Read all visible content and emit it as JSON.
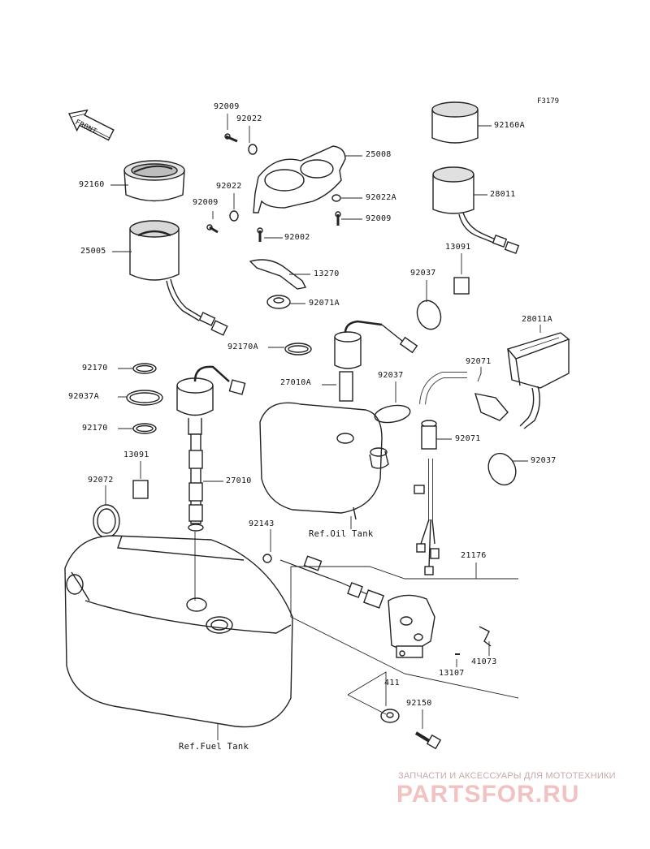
{
  "figure_id": "F3179",
  "front_label": "FRONT",
  "watermark": {
    "tagline": "ЗАПЧАСТИ И АКСЕССУАРЫ ДЛЯ МОТОТЕХНИКИ",
    "logo": "PARTSFOR.RU"
  },
  "refs": {
    "oil_tank": "Ref.Oil Tank",
    "fuel_tank": "Ref.Fuel Tank"
  },
  "parts": {
    "p92009_top": "92009",
    "p92022_top": "92022",
    "p25008": "25008",
    "p92160": "92160",
    "p92022": "92022",
    "p92009_mid": "92009",
    "p92022A": "92022A",
    "p92009_right": "92009",
    "p92002": "92002",
    "p25005": "25005",
    "p13270": "13270",
    "p92071A": "92071A",
    "p92160A": "92160A",
    "p28011": "28011",
    "p13091_top": "13091",
    "p92037_top": "92037",
    "p28011A": "28011A",
    "p92170A": "92170A",
    "p92170_top": "92170",
    "p92037A": "92037A",
    "p92170_bot": "92170",
    "p27010A": "27010A",
    "p92037_mid": "92037",
    "p92071_top": "92071",
    "p92071_mid": "92071",
    "p92037_right": "92037",
    "p13091_bot": "13091",
    "p92072": "92072",
    "p27010": "27010",
    "p92143": "92143",
    "p21176": "21176",
    "p41073": "41073",
    "p13107": "13107",
    "p411": "411",
    "p92150": "92150"
  }
}
